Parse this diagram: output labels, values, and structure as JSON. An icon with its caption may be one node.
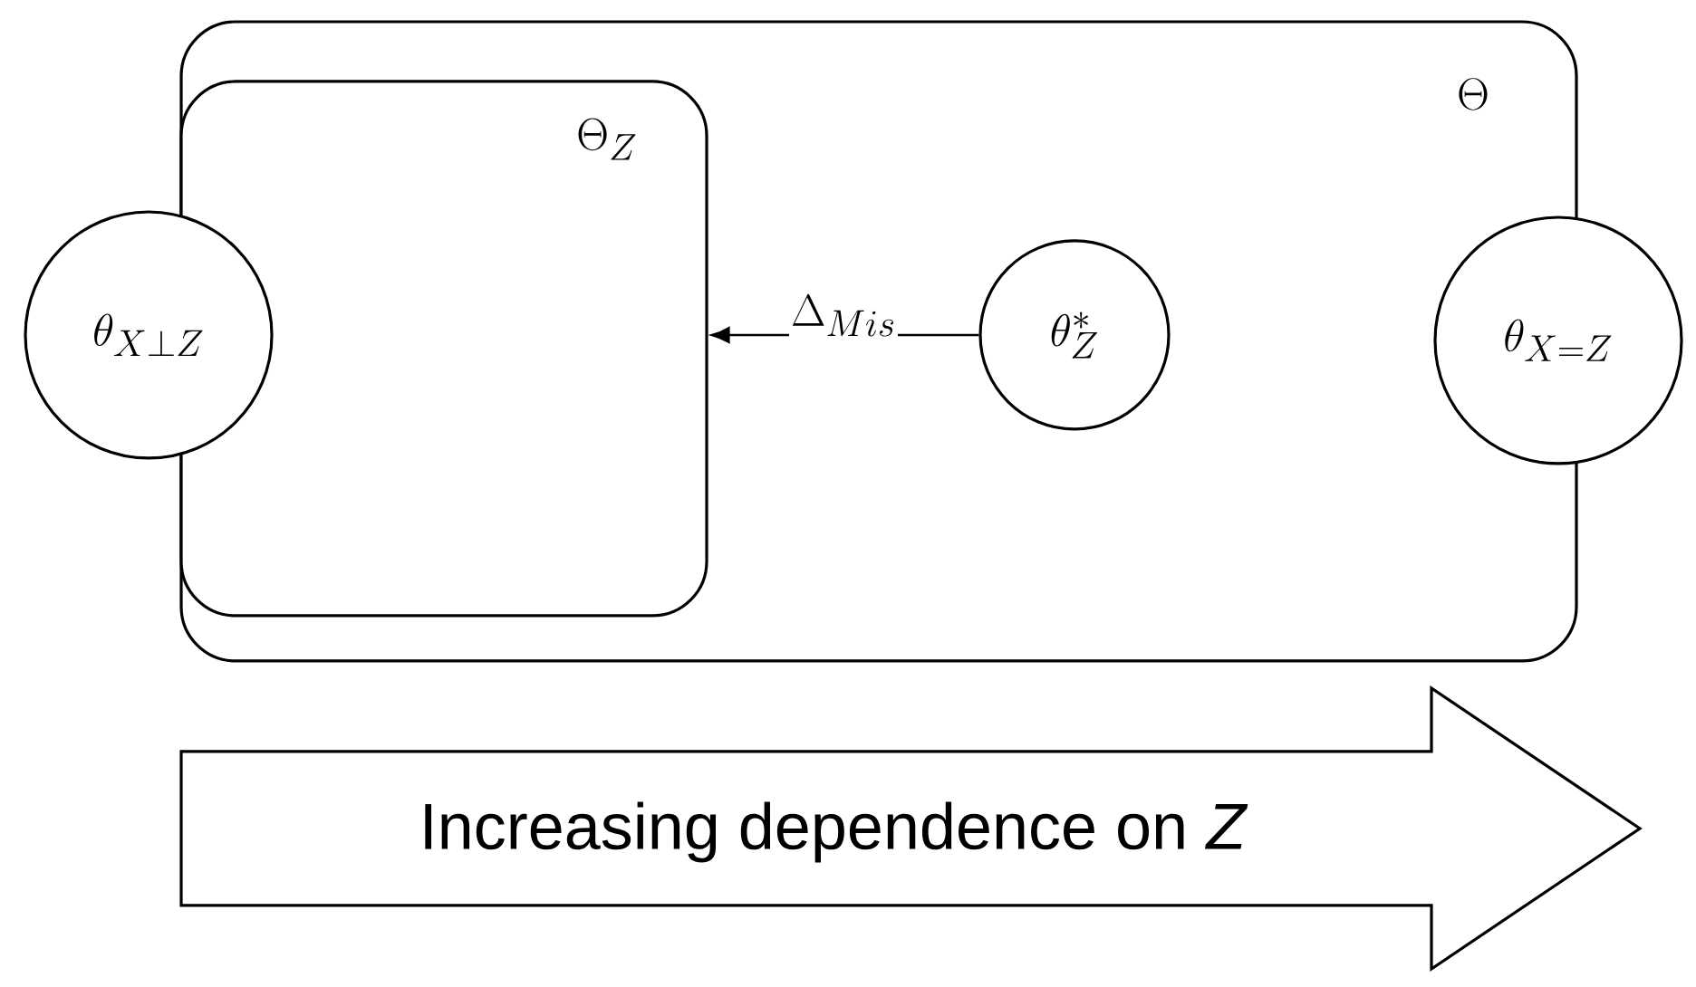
{
  "diagram": {
    "nodes": [
      {
        "text": [
          "\\Theta"
        ]
      },
      {
        "text": [
          "\\Theta_Z"
        ],
        "in": 0
      },
      {
        "text": [
          "\\theta_{X\\perp Z}"
        ]
      },
      {
        "text": [
          "\\theta^*_Z"
        ],
        "in": 0
      },
      {
        "text": [
          "\\theta_{X=Z}"
        ]
      },
      {
        "text": [
          "Increasing dependence on *Z*"
        ]
      }
    ],
    "edges": [
      {
        "from": 3,
        "to": 1,
        "arrow": "to",
        "label": "\\Delta_{Mis}"
      }
    ]
  }
}
